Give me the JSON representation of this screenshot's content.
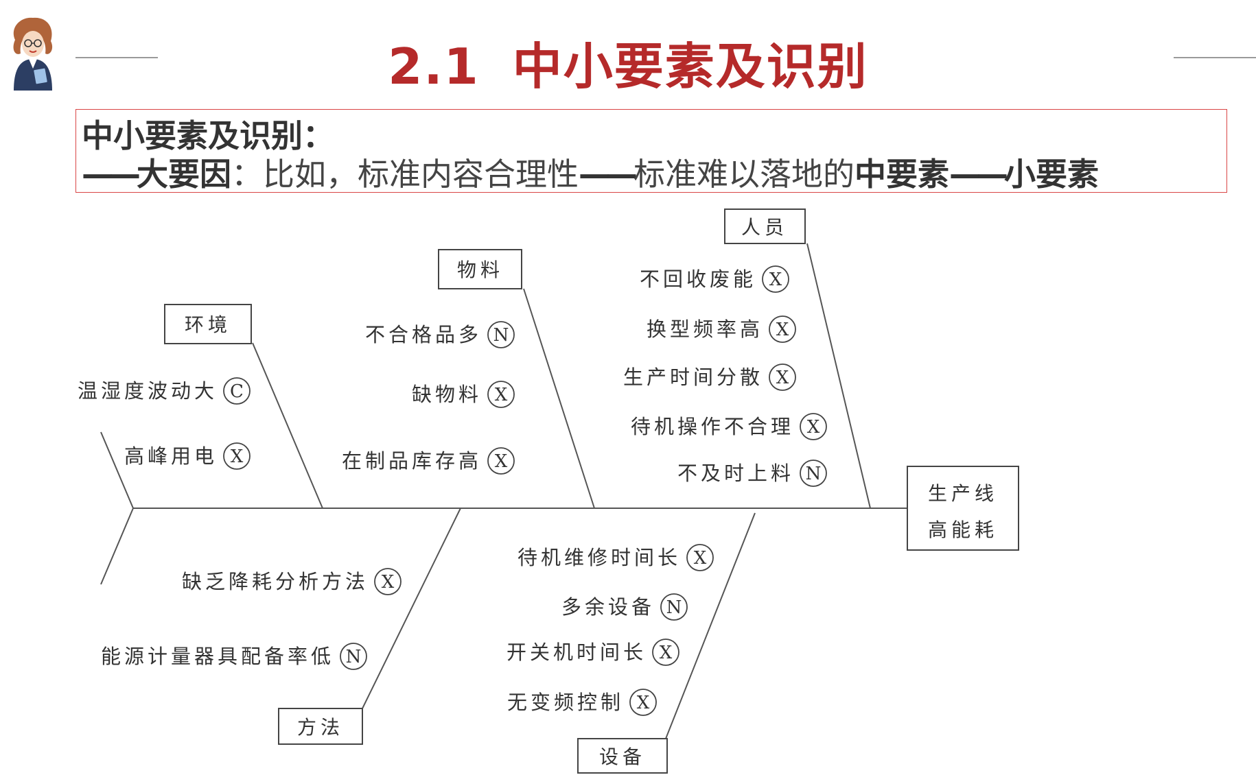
{
  "title": {
    "number": "2.1",
    "text": "中小要素及识别"
  },
  "textbox": {
    "line1": "中小要素及识别：",
    "line2_dash1": "——",
    "line2_bold1": "大要因",
    "line2_plain1": "：比如，标准内容合理性",
    "line2_dash2": "——",
    "line2_plain2": "标准难以落地的",
    "line2_bold2": "中要素",
    "line2_dash3": "——",
    "line2_bold3": "小要素"
  },
  "diagram": {
    "effect": [
      "生产线",
      "高能耗"
    ],
    "categories": {
      "env": "环境",
      "material": "物料",
      "people": "人员",
      "method": "方法",
      "equipment": "设备"
    },
    "causes": {
      "env": [
        {
          "text": "温湿度波动大",
          "mark": "C"
        },
        {
          "text": "高峰用电",
          "mark": "X"
        }
      ],
      "material": [
        {
          "text": "不合格品多",
          "mark": "N"
        },
        {
          "text": "缺物料",
          "mark": "X"
        },
        {
          "text": "在制品库存高",
          "mark": "X"
        }
      ],
      "people": [
        {
          "text": "不回收废能",
          "mark": "X"
        },
        {
          "text": "换型频率高",
          "mark": "X"
        },
        {
          "text": "生产时间分散",
          "mark": "X"
        },
        {
          "text": "待机操作不合理",
          "mark": "X"
        },
        {
          "text": "不及时上料",
          "mark": "N"
        }
      ],
      "method": [
        {
          "text": "缺乏降耗分析方法",
          "mark": "X"
        },
        {
          "text": "能源计量器具配备率低",
          "mark": "N"
        }
      ],
      "equipment": [
        {
          "text": "待机维修时间长",
          "mark": "X"
        },
        {
          "text": "多余设备",
          "mark": "N"
        },
        {
          "text": "开关机时间长",
          "mark": "X"
        },
        {
          "text": "无变频控制",
          "mark": "X"
        }
      ]
    }
  }
}
